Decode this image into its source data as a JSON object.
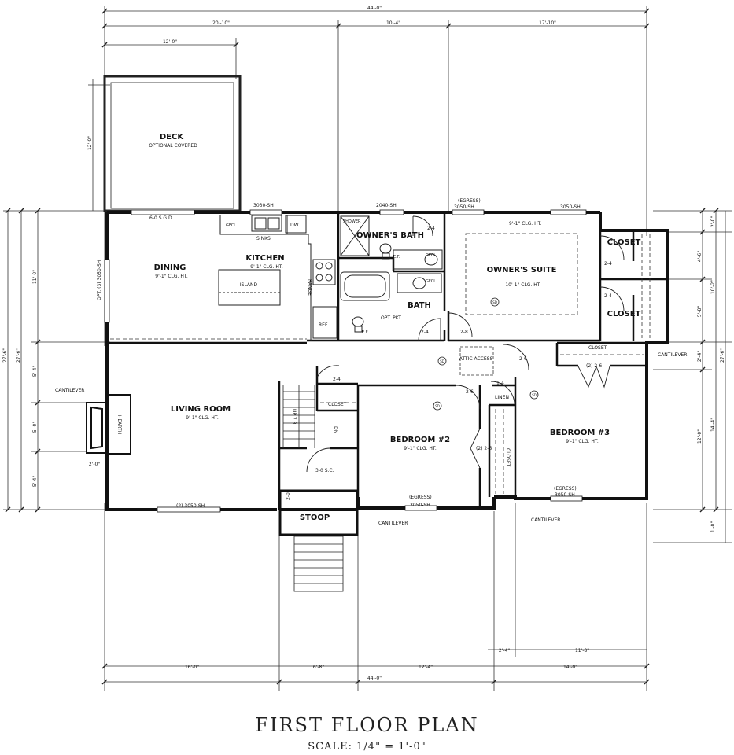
{
  "title": "FIRST FLOOR PLAN",
  "scale": "SCALE:  1/4\"  =  1'-0\"",
  "rooms": {
    "deck": {
      "name": "DECK",
      "sub": "OPTIONAL COVERED"
    },
    "dining": {
      "name": "DINING",
      "sub": "9'-1\" CLG. HT."
    },
    "kitchen": {
      "name": "KITCHEN",
      "sub": "9'-1\" CLG. HT."
    },
    "island": "ISLAND",
    "living": {
      "name": "LIVING ROOM",
      "sub": "9'-1\" CLG. HT."
    },
    "owners_bath": "OWNER'S BATH",
    "bath": "BATH",
    "owners_suite": {
      "name": "OWNER'S SUITE",
      "sub": "10'-1\" CLG. HT."
    },
    "closet_top": "CLOSET",
    "closet_bottom": "CLOSET",
    "bedroom2": {
      "name": "BEDROOM #2",
      "sub": "9'-1\" CLG. HT."
    },
    "bedroom3": {
      "name": "BEDROOM #3",
      "sub": "9'-1\" CLG. HT."
    },
    "stoop": "STOOP",
    "hearth": "HEARTH",
    "attic": "ATTIC ACCESS",
    "linen": "LINEN"
  },
  "labels": {
    "sgd": "6-0 S.G.D.",
    "win_3030": "3030-SH",
    "sinks": "SINKS",
    "dw": "DW",
    "range": "RANGE",
    "ref": "REF.",
    "gfci": "GFCI",
    "shower": "SHOWER",
    "ef": "E.F.",
    "opt_pkt": "OPT. PKT",
    "win_2040": "2040-SH",
    "egress": "(EGRESS)",
    "win_3050": "3050-SH",
    "owners_clg": "9'-1\" CLG. HT.",
    "opt_window": "OPT. (3) 3050-SH",
    "cantilever": "CANTILEVER",
    "closet": "CLOSET",
    "up": "UP 7 R.",
    "dn": "DN",
    "sc": "3-0 S.C.",
    "living_win": "(2) 3050-SH",
    "bed2_win": "3050-SH",
    "bed3_win": "3050-SH",
    "sd": "SD",
    "d24": "2-4",
    "d28": "2-8",
    "d26": "2-6",
    "d14": "1-4",
    "d226": "(2) 2-6",
    "d20": "2-0"
  },
  "dimensions": {
    "top_total": "44'-0\"",
    "top_a": "20'-10\"",
    "top_b": "10'-4\"",
    "top_c": "17'-10\"",
    "deck_width": "12'-0\"",
    "deck_depth": "12'-0\"",
    "bottom_total": "44'-0\"",
    "bottom_a": "16'-0\"",
    "bottom_b": "6'-8\"",
    "bottom_c": "12'-4\"",
    "bottom_d": "14'-0\"",
    "bottom_e": "2'-4\"",
    "bottom_f": "11'-8\"",
    "left_total": "27'-6\"",
    "left_total2": "27'-6\"",
    "left_a": "11'-0\"",
    "left_b": "5'-4\"",
    "left_c": "5'-0\"",
    "left_d": "5'-4\"",
    "left_hearth": "2'-0\"",
    "right_total": "27'-6\"",
    "right_a": "2'-0\"",
    "right_b": "10'-2\"",
    "right_c": "4'-6\"",
    "right_d": "5'-8\"",
    "right_e": "2'-4\"",
    "right_f": "14'-4\"",
    "right_g": "12'-0\"",
    "right_h": "1'-0\""
  }
}
